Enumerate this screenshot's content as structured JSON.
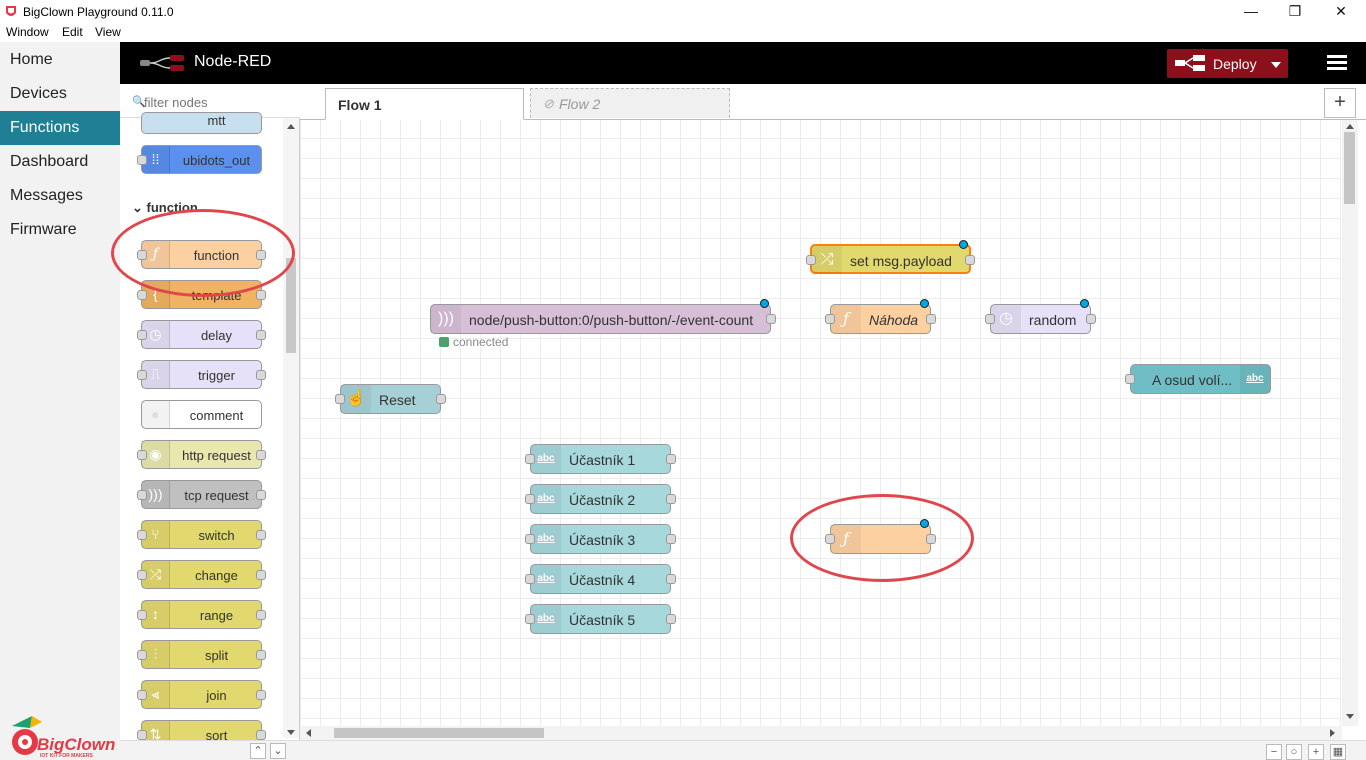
{
  "window": {
    "title": "BigClown Playground 0.11.0",
    "minimize": "—",
    "restore": "❐",
    "close": "✕"
  },
  "menu": [
    "Window",
    "Edit",
    "View"
  ],
  "nav": {
    "items": [
      "Home",
      "Devices",
      "Functions",
      "Dashboard",
      "Messages",
      "Firmware"
    ],
    "active": "Functions"
  },
  "brand": {
    "name": "BigClown",
    "tagline": "IOT KIT FOR MAKERS"
  },
  "header": {
    "title": "Node-RED",
    "deploy_label": "Deploy"
  },
  "palette": {
    "filter_placeholder": "filter nodes",
    "category": "function",
    "partial_top": [
      "mtt"
    ],
    "nodes_top": [
      "ubidots_out"
    ],
    "function_nodes": [
      "function",
      "template",
      "delay",
      "trigger",
      "comment",
      "http request",
      "tcp request",
      "switch",
      "change",
      "range",
      "split",
      "join",
      "sort"
    ]
  },
  "tabs": {
    "active": "Flow 1",
    "disabled": "Flow 2",
    "add": "+"
  },
  "flow": {
    "set_payload": "set msg.payload",
    "mqtt_in": "node/push-button:0/push-button/-/event-count",
    "mqtt_status": "connected",
    "nahoda": "Náhoda",
    "random": "random",
    "debug": "A osud volí...",
    "reset": "Reset",
    "participants": [
      "Účastník 1",
      "Účastník 2",
      "Účastník 3",
      "Účastník 4",
      "Účastník 5"
    ],
    "new_function": ""
  },
  "icons": {
    "function": "f",
    "abc": "abc",
    "colors": {
      "function": "#fdd0a2",
      "template": "#f0b363",
      "delay": "#e6e0f8",
      "comment": "#ffffff",
      "http": "#e7e7ae",
      "tcp": "#c0c0c0",
      "switch": "#e2d96e",
      "mqtt": "#d8bfd8",
      "inject": "#a6d0d6",
      "debug": "#87a980",
      "ubidots": "#5b8ff0",
      "accent": "#1f7f94",
      "deploy": "#8c101c",
      "highlight": "#e0474c"
    }
  }
}
